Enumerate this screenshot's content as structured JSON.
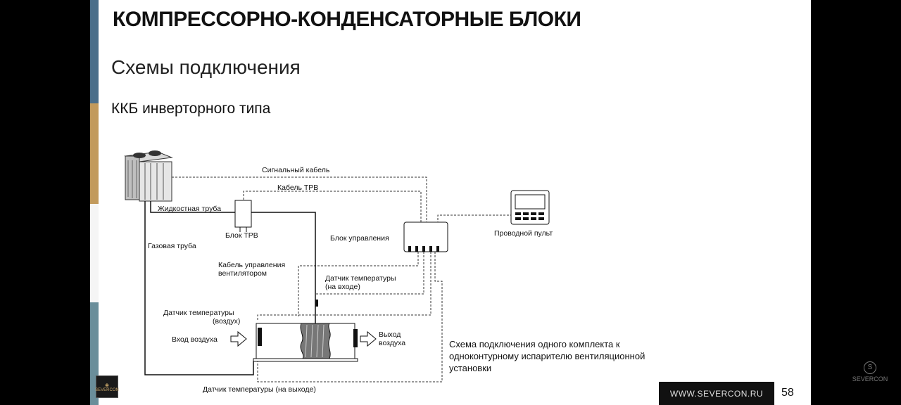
{
  "slide": {
    "title": "КОМПРЕССОРНО-КОНДЕНСАТОРНЫЕ БЛОКИ",
    "subtitle": "Схемы подключения",
    "section": "ККБ инверторного типа",
    "page_number": "58",
    "website": "WWW.SEVERCON.RU",
    "logo_text": "SEVERCON"
  },
  "diagram": {
    "labels": {
      "signal_cable": "Сигнальный кабель",
      "trv_cable": "Кабель ТРВ",
      "liquid_pipe": "Жидкостная труба",
      "trv_block": "Блок ТРВ",
      "gas_pipe": "Газовая труба",
      "control_block": "Блок управления",
      "wired_remote": "Проводной пульт",
      "fan_cable_1": "Кабель управления",
      "fan_cable_2": "вентилятором",
      "temp_in_1": "Датчик температуры",
      "temp_in_2": "(на входе)",
      "temp_air_1": "Датчик температуры",
      "temp_air_2": "(воздух)",
      "air_in": "Вход воздуха",
      "air_out_1": "Выход",
      "air_out_2": "воздуха",
      "temp_out": "Датчик температуры (на выходе)"
    },
    "caption": "Схема подключения одного комплекта к одноконтурному испарителю вентиляционной установки"
  },
  "colors": {
    "background": "#ffffff",
    "stripe_blue": "#4a6e8a",
    "stripe_gold": "#c29a5c",
    "footer_bar": "#111111"
  }
}
